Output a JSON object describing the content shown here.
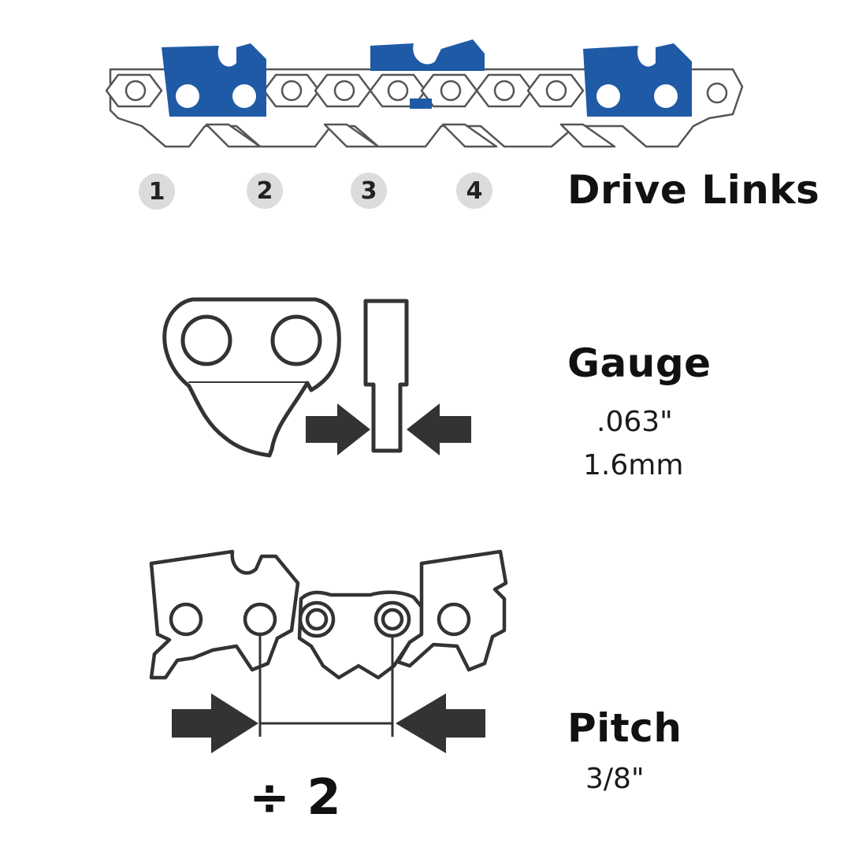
{
  "drive_links": {
    "heading": "Drive Links",
    "badges": [
      "1",
      "2",
      "3",
      "4"
    ]
  },
  "gauge": {
    "heading": "Gauge",
    "value_in": ".063\"",
    "value_mm": "1.6mm"
  },
  "pitch": {
    "heading": "Pitch",
    "value": "3/8\"",
    "divide_label": "÷ 2"
  },
  "colors": {
    "cutter_blue": "#1f5aa6",
    "outline": "#333333",
    "arrow": "#333333",
    "badge_bg": "#dcdcdc"
  }
}
